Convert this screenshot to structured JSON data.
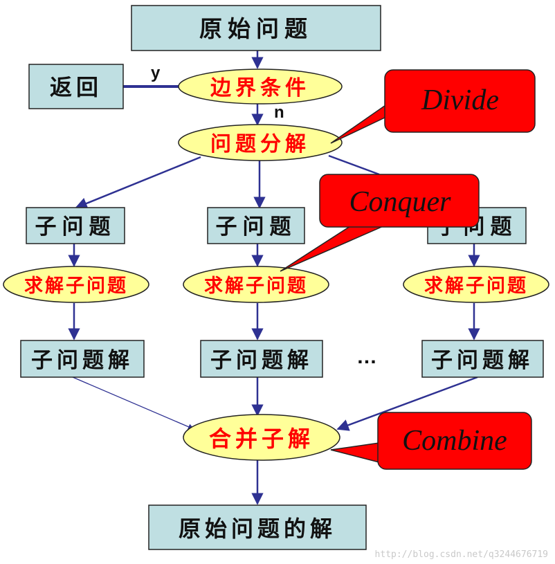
{
  "colors": {
    "box_fill": "#bfdfe2",
    "box_stroke": "#222222",
    "ellipse_fill": "#ffff99",
    "ellipse_text": "#ff0000",
    "arrow": "#2e3192",
    "callout_fill": "#ff0000",
    "callout_stroke": "#222222"
  },
  "nodes": {
    "original_problem": "原始问题",
    "return": "返回",
    "boundary_condition": "边界条件",
    "decompose": "问题分解",
    "subproblem_1": "子问题",
    "subproblem_2": "子问题",
    "subproblem_3": "子问题",
    "solve_1": "求解子问题",
    "solve_2": "求解子问题",
    "solve_3": "求解子问题",
    "subsolution_1": "子问题解",
    "subsolution_2": "子问题解",
    "subsolution_3": "子问题解",
    "merge": "合并子解",
    "final_solution": "原始问题的解"
  },
  "edge_labels": {
    "yes": "y",
    "no": "n",
    "ellipsis": "…"
  },
  "callouts": {
    "divide": "Divide",
    "conquer": "Conquer",
    "combine": "Combine"
  },
  "watermark": "http://blog.csdn.net/q3244676719"
}
